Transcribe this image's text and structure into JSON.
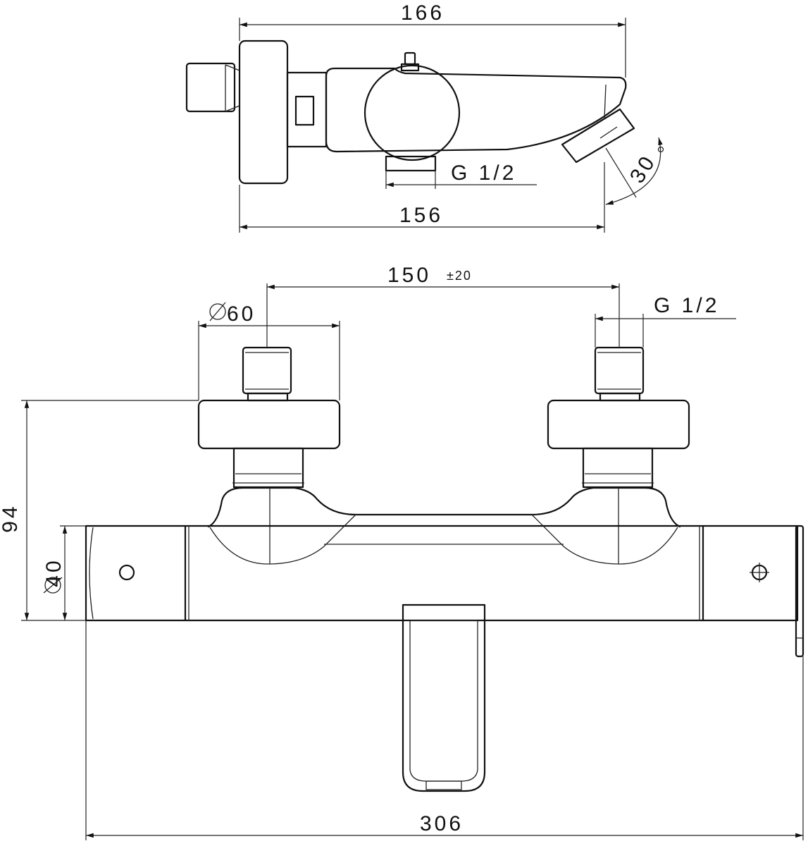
{
  "labels": {
    "top_overall_width": "166",
    "top_connection_thread": "G  1/2",
    "top_angle": "30",
    "top_depth": "156",
    "front_centers": "150",
    "front_centers_tolerance": "±20",
    "front_diameter_escutcheon": "60",
    "front_connection_thread": "G  1/2",
    "front_height": "94",
    "front_diameter_body": "40",
    "front_overall_width": "306"
  },
  "colors": {
    "line": "#111111",
    "background": "#ffffff"
  }
}
